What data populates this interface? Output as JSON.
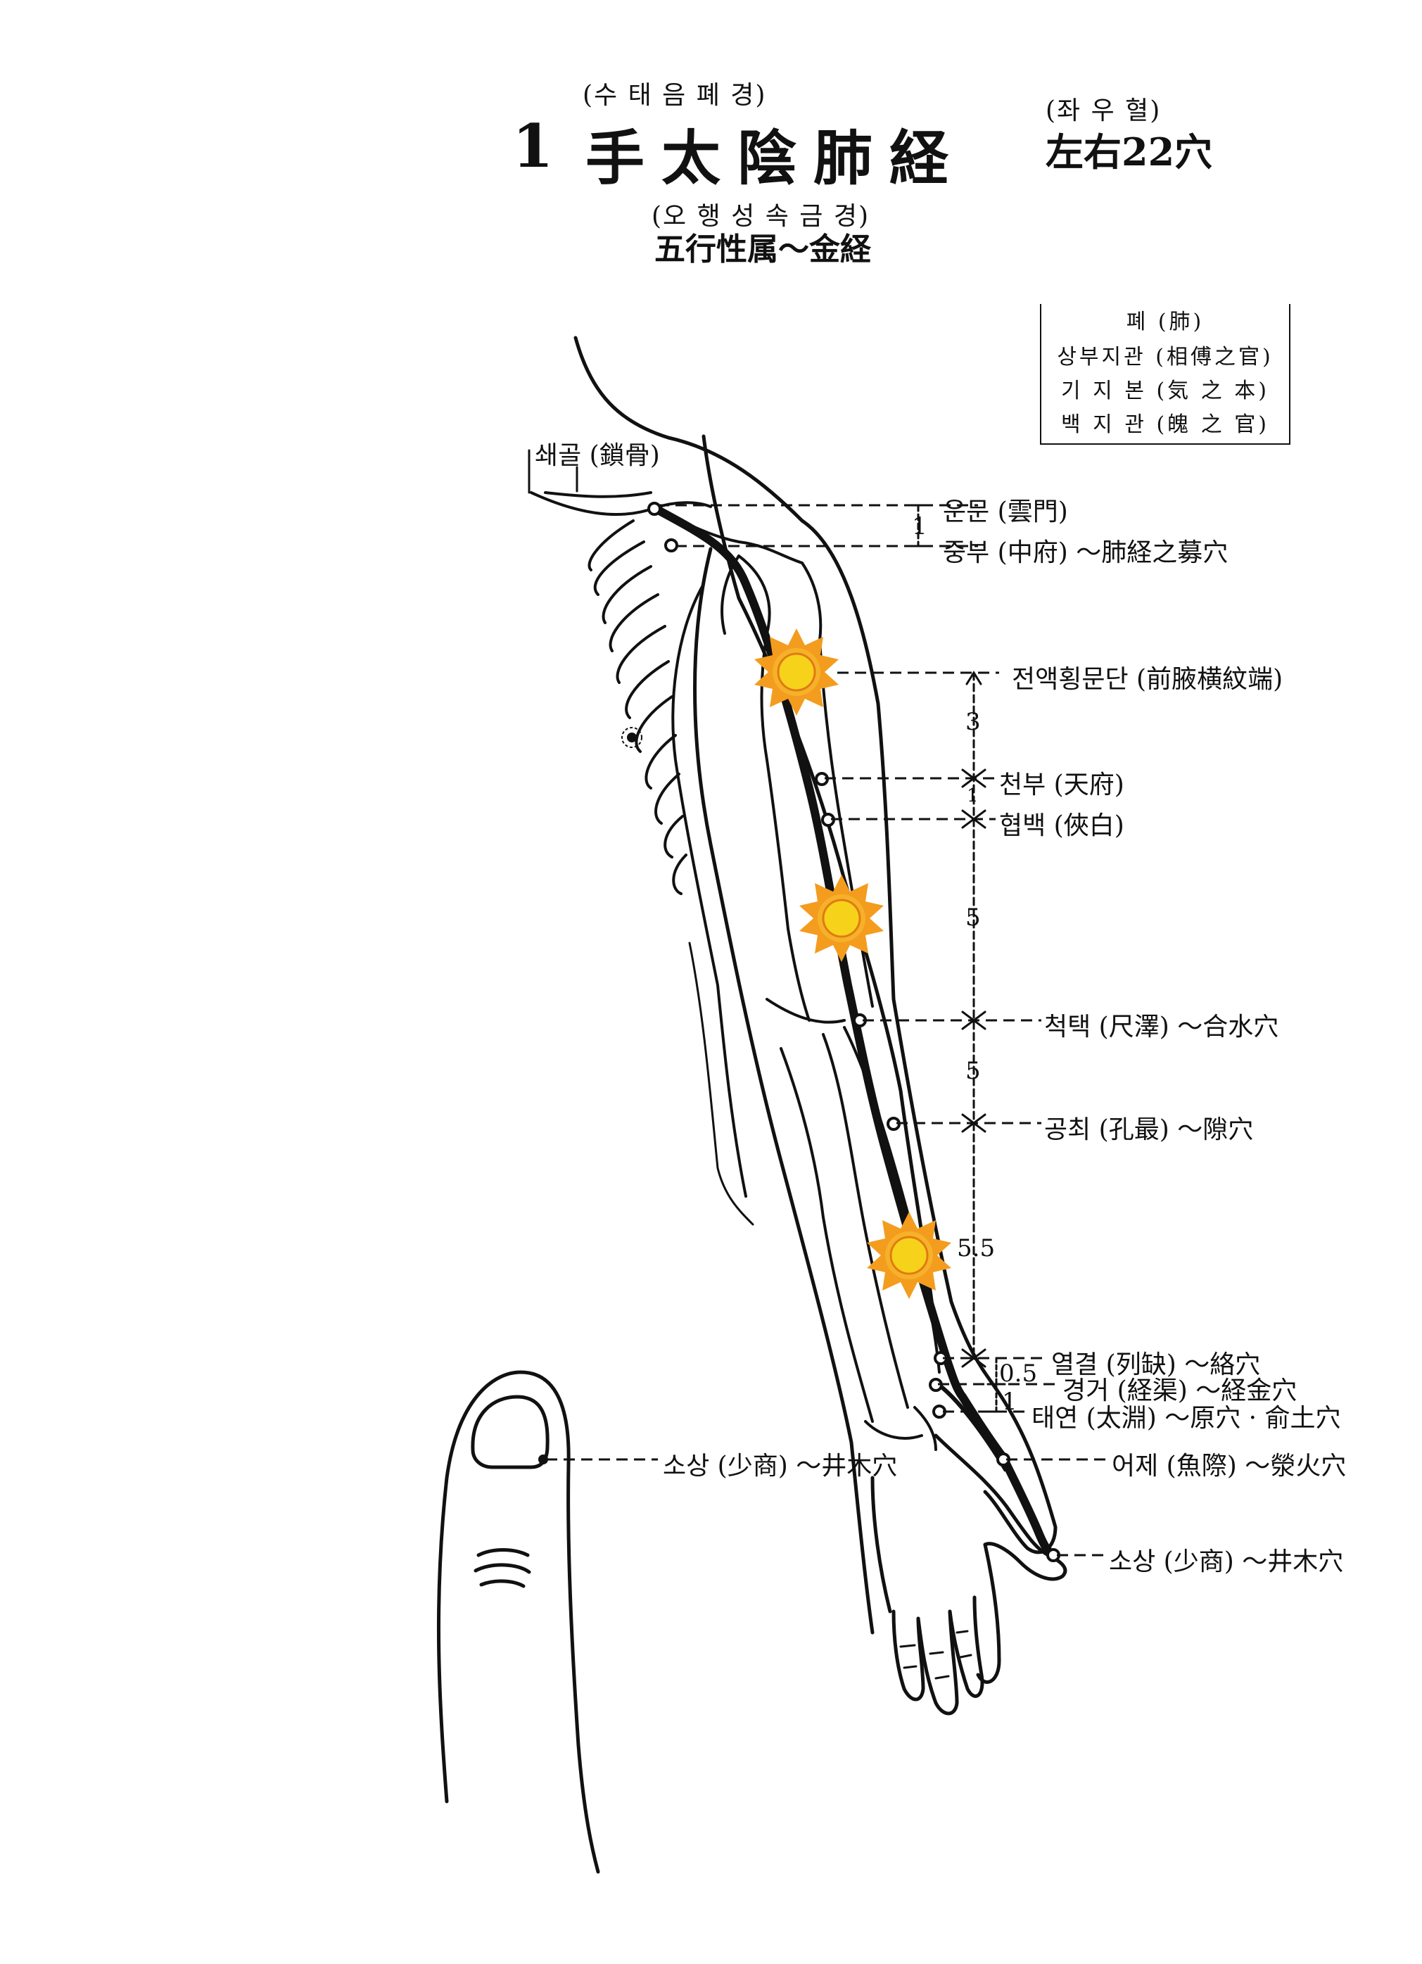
{
  "header": {
    "meridian_reading": "(수   태   음   폐   경)",
    "number": "1",
    "meridian_name": "手太陰肺経",
    "points_reading": "(좌 우    혈)",
    "points_count": "左右22穴",
    "element_reading": "(오 행 성 속    금 경)",
    "element": "五行性属～金経"
  },
  "infobox": {
    "title": "폐 (肺)",
    "lines": [
      "상부지관 (相傅之官)",
      "기 지 본 (気 之 本)",
      "백 지 관 (魄 之 官)"
    ]
  },
  "labels": {
    "clavicle": "쇄골 (鎖骨)",
    "yunmen": "운문 (雲門)",
    "zhongfu": "중부 (中府) ～肺経之募穴",
    "crease": "전액횡문단 (前腋横紋端)",
    "tianfu": "천부 (天府)",
    "xiabai": "협백 (俠白)",
    "chize": "척택 (尺澤) ～合水穴",
    "kongzui": "공최 (孔最) ～隙穴",
    "lieque": "열결 (列缺) ～絡穴",
    "jingqu": "경거 (経渠) ～経金穴",
    "taiyuan": "태연 (太淵) ～原穴 · 俞土穴",
    "yuji": "어제 (魚際) ～滎火穴",
    "shaoshang": "소상 (少商) ～井木穴",
    "shaoshang_thumb": "소상 (少商) ～井木穴"
  },
  "measures": {
    "m1": "1",
    "m3": "3",
    "m1b": "1",
    "m5a": "5",
    "m5b": "5",
    "m55": "5.5",
    "m05": "0.5",
    "m1c": "1"
  },
  "colors": {
    "ink": "#111111",
    "sun_outer": "#f39c1e",
    "sun_inner": "#f7d21b"
  },
  "icons": [
    "sun-icon",
    "nipple-marker-icon"
  ]
}
